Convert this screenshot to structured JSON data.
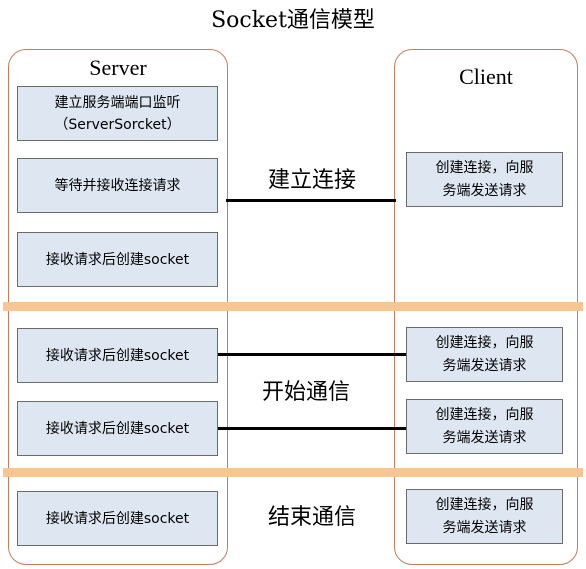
{
  "title": "Socket通信模型",
  "server": {
    "title": "Server",
    "boxes": [
      "建立服务端端口监听\n（ServerSorcket）",
      "等待并接收连接请求",
      "接收请求后创建socket",
      "接收请求后创建socket",
      "接收请求后创建socket",
      "接收请求后创建socket"
    ]
  },
  "client": {
    "title": "Client",
    "boxes": [
      "创建连接，向服\n务端发送请求",
      "创建连接，向服\n务端发送请求",
      "创建连接，向服\n务端发送请求",
      "创建连接，向服\n务端发送请求"
    ]
  },
  "phases": {
    "connect": "建立连接",
    "communicate": "开始通信",
    "end": "结束通信"
  },
  "colors": {
    "lane_border": "#c97b5a",
    "box_fill": "#dde6f1",
    "separator": "#f7c694",
    "connector": "#000000"
  }
}
